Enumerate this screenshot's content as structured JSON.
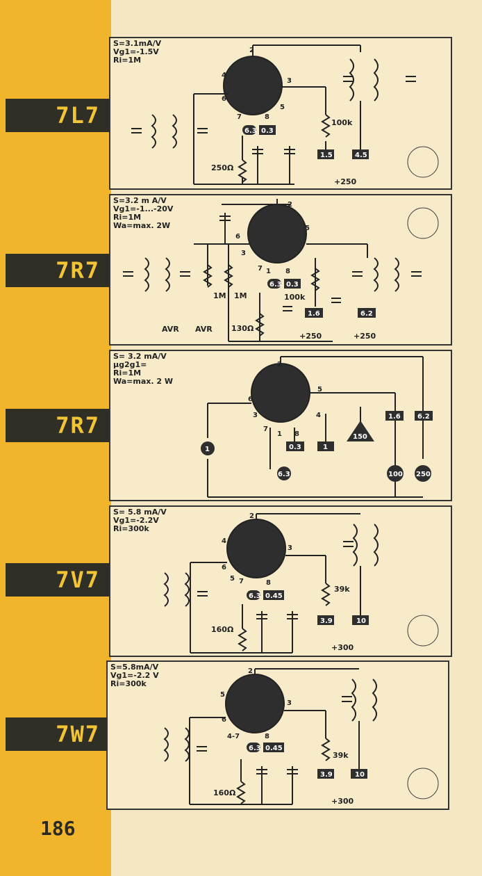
{
  "page_number": "186",
  "panels": [
    {
      "tube": "7L7",
      "params": [
        "S=3.1mA/V",
        "Vg1=-1.5V",
        "Ri=1M"
      ],
      "heater_v": "6.3",
      "heater_a": "0.3",
      "anode_resistor": "100k",
      "cathode_resistor": "250Ω",
      "screen_v": "1.5",
      "anode_v": "4.5",
      "supply": "+250",
      "pins": {
        "p2": "2",
        "p3": "3",
        "p4": "4",
        "p6": "6",
        "p7": "7",
        "p8": "8",
        "p5": "5"
      }
    },
    {
      "tube": "7R7",
      "params": [
        "S=3.2 m A/V",
        "Vg1=-1...-20V",
        "Ri=1M",
        "Wa=max. 2W"
      ],
      "heater_v": "6.3",
      "heater_a": "0.3",
      "anode_resistor": "100k",
      "cathode_resistor": "130Ω",
      "grid_r1": "1M",
      "grid_r2": "1M",
      "avr1": "AVR",
      "avr2": "AVR",
      "screen_v": "1.6",
      "anode_v": "6.2",
      "supply1": "+250",
      "supply2": "+250",
      "pins": {
        "p2": "2",
        "p3": "3",
        "p5": "5",
        "p6": "6",
        "p7": "7",
        "p8": "8",
        "p1": "1"
      }
    },
    {
      "tube": "7R7",
      "params": [
        "S= 3.2 mA/V",
        "µg2g1=",
        "Ri=1M",
        "Wa=max. 2 W"
      ],
      "heater_v": "6.3",
      "heater_a": "0.3",
      "g_volt": "1",
      "tri_val": "150",
      "screen_v": "1.6",
      "anode_v": "6.2",
      "meter1": "100",
      "meter2": "250",
      "g1_box": "1",
      "neg_label": "1",
      "pins": {
        "p2": "2",
        "p3": "3",
        "p4": "4",
        "p5": "5",
        "p6": "6",
        "p7": "7",
        "p8": "8",
        "p1": "1"
      }
    },
    {
      "tube": "7V7",
      "params": [
        "S= 5.8 mA/V",
        "Vg1=-2.2V",
        "Ri=300k"
      ],
      "heater_v": "6.3",
      "heater_a": "0.45",
      "anode_resistor": "39k",
      "cathode_resistor": "160Ω",
      "screen_v": "3.9",
      "anode_v": "10",
      "supply": "+300",
      "pins": {
        "p2": "2",
        "p3": "3",
        "p4": "4",
        "p5": "5",
        "p6": "6",
        "p7": "7",
        "p8": "8"
      }
    },
    {
      "tube": "7W7",
      "params": [
        "S=5.8mA/V",
        "Vg1=-2.2 V",
        "Ri=300k"
      ],
      "heater_v": "6.3",
      "heater_a": "0.45",
      "anode_resistor": "39k",
      "cathode_resistor": "160Ω",
      "screen_v": "3.9",
      "anode_v": "10",
      "supply": "+300",
      "pins": {
        "p2": "2",
        "p3": "3",
        "p5": "5",
        "p6": "6",
        "p47": "4-7",
        "p8": "8"
      }
    }
  ],
  "colors": {
    "page": "#f5e7c4",
    "strip": "#f0b52a",
    "tab": "#2f2f25",
    "tab_text": "#f3c436",
    "ink": "#2a2a20"
  }
}
